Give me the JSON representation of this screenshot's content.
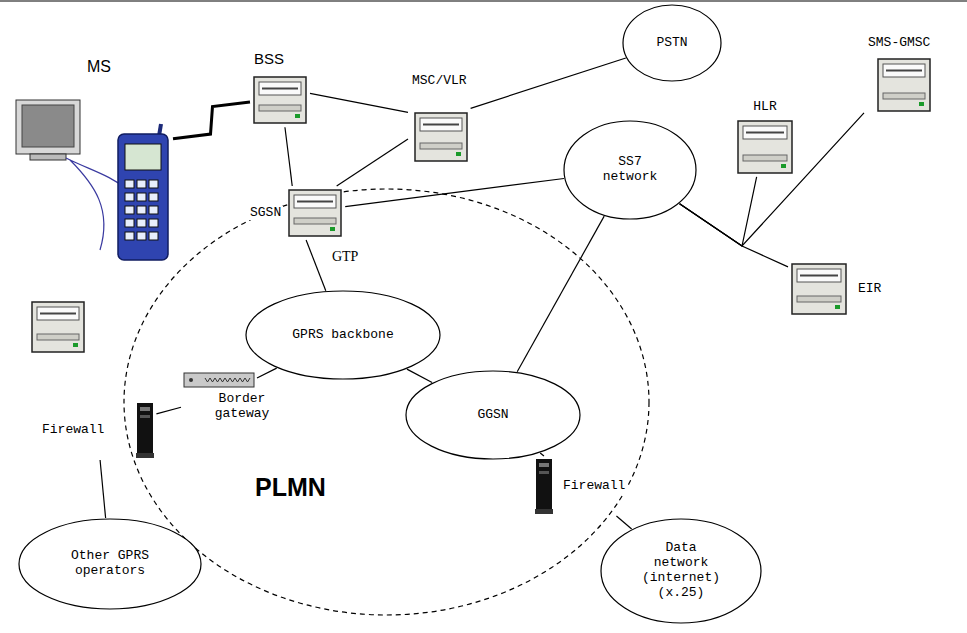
{
  "diagram": {
    "nodes": [
      {
        "text": [
          "MS"
        ]
      },
      {
        "text": [
          "BSS"
        ]
      },
      {
        "text": [
          "MSC/VLR"
        ]
      },
      {
        "text": [
          "PSTN"
        ]
      },
      {
        "text": [
          "HLR"
        ]
      },
      {
        "text": [
          "SMS-GMSC"
        ]
      },
      {
        "text": [
          "PLMN"
        ]
      },
      {
        "text": [
          "SGSN"
        ],
        "in": 6
      },
      {
        "text": [
          "SS7 network"
        ]
      },
      {
        "text": [
          "EIR"
        ]
      },
      {
        "text": [
          "GPRS backbone"
        ],
        "in": 6
      },
      {
        "text": [
          "Border gateway"
        ],
        "in": 6
      },
      {
        "text": [
          "GGSN"
        ],
        "in": 6
      },
      {
        "text": [
          "Firewall"
        ]
      },
      {
        "text": [
          "Firewall"
        ]
      },
      {
        "text": [
          "Other GPRS operators"
        ]
      },
      {
        "text": [
          "Data network (internet) (x.25)"
        ]
      }
    ],
    "edges": [
      {
        "from": 0,
        "to": 1,
        "arrow": "none"
      },
      {
        "from": 1,
        "to": 2,
        "arrow": "none"
      },
      {
        "from": 1,
        "to": 7,
        "arrow": "none"
      },
      {
        "from": 2,
        "to": 3,
        "arrow": "none"
      },
      {
        "from": 2,
        "to": 7,
        "arrow": "none"
      },
      {
        "from": 7,
        "to": 10,
        "label": "GTP",
        "arrow": "none"
      },
      {
        "from": 7,
        "to": 8,
        "arrow": "none"
      },
      {
        "from": 8,
        "to": 4,
        "arrow": "none"
      },
      {
        "from": 8,
        "to": 5,
        "arrow": "none"
      },
      {
        "from": 8,
        "to": 9,
        "arrow": "none"
      },
      {
        "from": 8,
        "to": 12,
        "arrow": "none"
      },
      {
        "from": 10,
        "to": 12,
        "arrow": "none"
      },
      {
        "from": 10,
        "to": 11,
        "arrow": "none"
      },
      {
        "from": 11,
        "to": 13,
        "arrow": "none"
      },
      {
        "from": 13,
        "to": 15,
        "arrow": "none"
      },
      {
        "from": 12,
        "to": 14,
        "arrow": "none"
      },
      {
        "from": 14,
        "to": 16,
        "arrow": "none"
      }
    ]
  }
}
